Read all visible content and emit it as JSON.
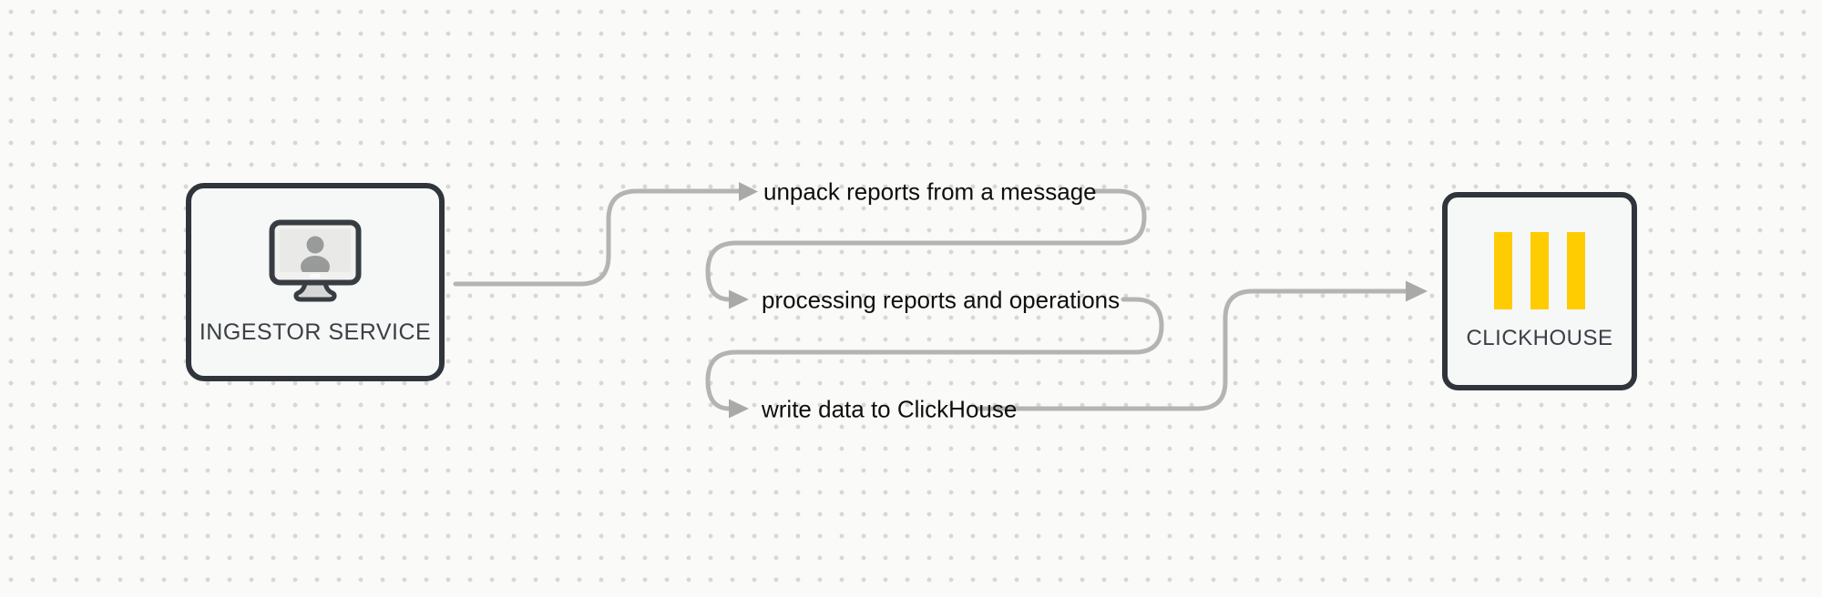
{
  "diagram": {
    "nodes": {
      "ingestor": {
        "label": "INGESTOR SERVICE",
        "icon": "workstation-monitor-user-icon"
      },
      "clickhouse": {
        "label": "CLICKHOUSE",
        "icon": "clickhouse-bars-icon"
      }
    },
    "steps": [
      {
        "label": "unpack reports from a message"
      },
      {
        "label": "processing reports and operations"
      },
      {
        "label": "write data to ClickHouse"
      }
    ],
    "colors": {
      "background": "#fafaf8",
      "grid_dot": "#d7d7d5",
      "connector": "#b4b4b4",
      "arrowhead": "#a9a9a9",
      "node_border": "#2f353a",
      "node_fill": "#f6f7f7",
      "node_label_text": "#3b4046",
      "step_label_text": "#0f0f0f",
      "clickhouse_yellow": "#ffcc02",
      "icon_person_gray": "#999b9b"
    }
  }
}
